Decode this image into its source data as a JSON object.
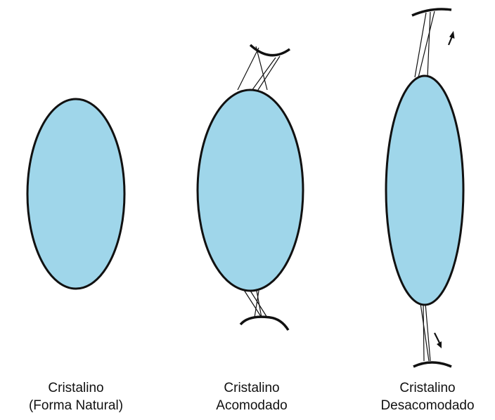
{
  "colors": {
    "lens_fill": "#9fd6ea",
    "outline": "#111111",
    "background": "#ffffff"
  },
  "captions": {
    "natural": {
      "line1": "Cristalino",
      "line2": "(Forma Natural)"
    },
    "acomodado": {
      "line1": "Cristalino",
      "line2": "Acomodado"
    },
    "desacomodado": {
      "line1": "Cristalino",
      "line2": "Desacomodado"
    }
  },
  "icons": {
    "up_arrow": "arrow-up-icon",
    "down_arrow": "arrow-down-icon"
  }
}
